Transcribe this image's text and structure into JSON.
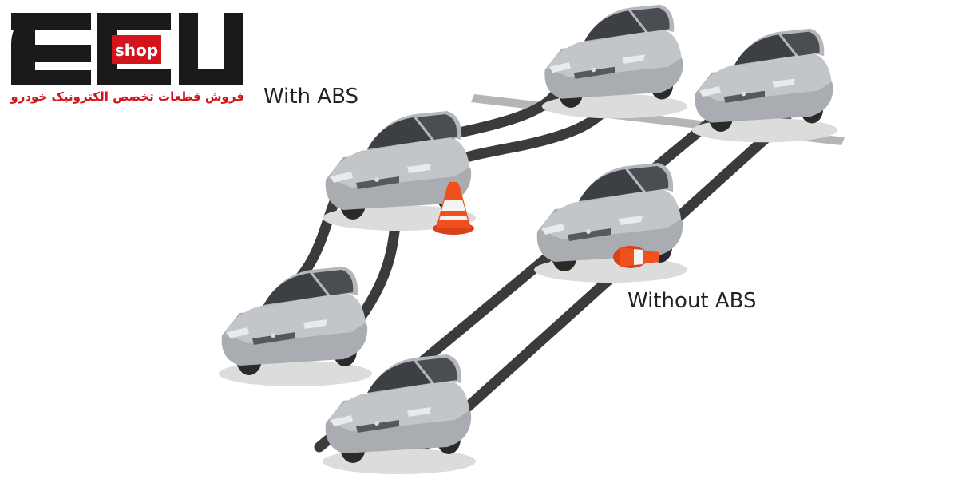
{
  "logo": {
    "brand_letters": "ECU",
    "badge": "shop",
    "tagline": "فروش قطعات تخصص الکترونیک خودرو"
  },
  "labels": {
    "with_abs": "With ABS",
    "without_abs": "Without ABS"
  },
  "colors": {
    "brand_black": "#1a1a1a",
    "brand_red": "#d4141b",
    "car_body": "#b9bcbf",
    "tire_track": "#3b3b3b",
    "road_line": "#b5b5b5",
    "cone_orange": "#f0501e",
    "text": "#222222"
  },
  "icons": [
    "traffic-cone-icon",
    "car-icon"
  ]
}
